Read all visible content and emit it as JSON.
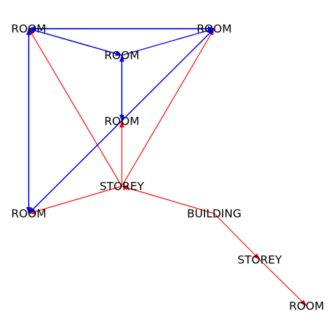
{
  "colors": {
    "containment_edge": "#ff0000",
    "adjacency_edge": "#0000ff",
    "label": "#000000",
    "background": "#ffffff"
  },
  "nodes": [
    {
      "id": "r1",
      "label": "ROOM"
    },
    {
      "id": "r2",
      "label": "ROOM"
    },
    {
      "id": "r3",
      "label": "ROOM"
    },
    {
      "id": "r4",
      "label": "ROOM"
    },
    {
      "id": "r5",
      "label": "ROOM"
    },
    {
      "id": "s1",
      "label": "STOREY"
    },
    {
      "id": "b1",
      "label": "BUILDING"
    },
    {
      "id": "s2",
      "label": "STOREY"
    },
    {
      "id": "r6",
      "label": "ROOM"
    }
  ],
  "edges": [
    {
      "from": "s1",
      "to": "r1",
      "kind": "containment"
    },
    {
      "from": "s1",
      "to": "r2",
      "kind": "containment"
    },
    {
      "from": "s1",
      "to": "r4",
      "kind": "containment"
    },
    {
      "from": "s1",
      "to": "r5",
      "kind": "containment"
    },
    {
      "from": "b1",
      "to": "s1",
      "kind": "containment"
    },
    {
      "from": "b1",
      "to": "s2",
      "kind": "containment"
    },
    {
      "from": "s2",
      "to": "r6",
      "kind": "containment"
    },
    {
      "from": "r1",
      "to": "r2",
      "kind": "adjacency"
    },
    {
      "from": "r2",
      "to": "r1",
      "kind": "adjacency"
    },
    {
      "from": "r1",
      "to": "r3",
      "kind": "adjacency"
    },
    {
      "from": "r3",
      "to": "r1",
      "kind": "adjacency"
    },
    {
      "from": "r3",
      "to": "r2",
      "kind": "adjacency"
    },
    {
      "from": "r1",
      "to": "r5",
      "kind": "adjacency"
    },
    {
      "from": "r5",
      "to": "r1",
      "kind": "adjacency"
    },
    {
      "from": "r2",
      "to": "r5",
      "kind": "adjacency"
    },
    {
      "from": "r5",
      "to": "r2",
      "kind": "adjacency"
    },
    {
      "from": "r3",
      "to": "r4",
      "kind": "adjacency"
    },
    {
      "from": "r4",
      "to": "r3",
      "kind": "adjacency"
    }
  ]
}
